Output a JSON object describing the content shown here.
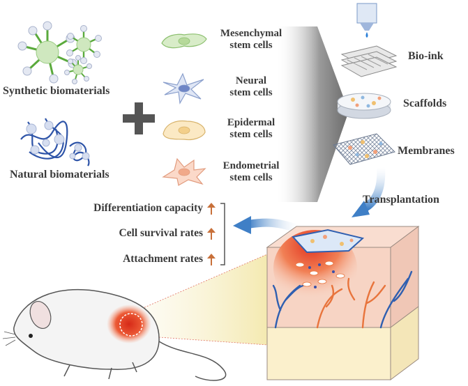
{
  "biomaterials": {
    "synthetic_label": "Synthetic biomaterials",
    "natural_label": "Natural biomaterials"
  },
  "stem_cells": [
    {
      "line1": "Mesenchymal",
      "line2": "stem cells",
      "fill": "#d8ecc8",
      "stroke": "#8bbf6e",
      "nucleus": "#b6d99a"
    },
    {
      "line1": "Neural",
      "line2": "stem cells",
      "fill": "#dfe6f5",
      "stroke": "#8a9fcc",
      "nucleus": "#6f86c6"
    },
    {
      "line1": "Epidermal",
      "line2": "stem cells",
      "fill": "#fbe9c4",
      "stroke": "#d7b26a",
      "nucleus": "#f3cf8a"
    },
    {
      "line1": "Endometrial",
      "line2": "stem cells",
      "fill": "#fbd9c9",
      "stroke": "#e19a7c",
      "nucleus": "#f1a98a"
    }
  ],
  "constructs": {
    "bioink_label": "Bio-ink",
    "scaffolds_label": "Scaffolds",
    "membranes_label": "Membranes"
  },
  "transplantation_label": "Transplantation",
  "outcomes": [
    {
      "label": "Differentiation capacity"
    },
    {
      "label": "Cell survival rates"
    },
    {
      "label": "Attachment rates"
    }
  ],
  "colors": {
    "label_text": "#3a3a3a",
    "plus_sign": "#555555",
    "arrow_blue": "#4a86c8",
    "up_arrow": "#c8703a",
    "skin": "#f7d8cc",
    "wound": "#e8402a",
    "vessel_blue": "#2f5fb0",
    "vessel_orange": "#e8743c"
  }
}
